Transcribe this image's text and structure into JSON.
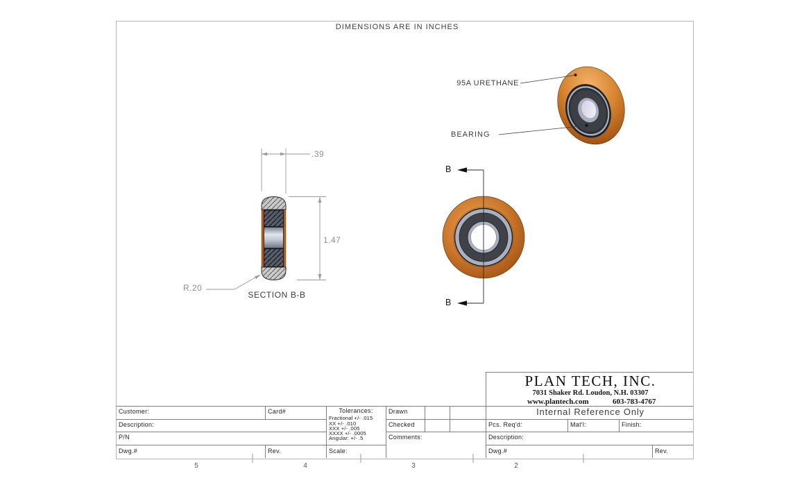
{
  "drawing": {
    "note": "DIMENSIONS ARE IN INCHES",
    "labels": {
      "urethane": "95A URETHANE",
      "bearing": "BEARING",
      "section_title": "SECTION B-B",
      "section_marker": "B"
    },
    "dimensions": {
      "thickness": ".39",
      "outer_diameter": "1.47",
      "radius": "R.20"
    },
    "zones": [
      "5",
      "4",
      "3",
      "2"
    ],
    "colors": {
      "urethane_orange": "#cd7a2c",
      "bearing_dark": "#3c3f45",
      "race_gray": "#a9b0c0",
      "bore_white": "#fdfdff",
      "dimension_gray": "#8e8e8e"
    }
  },
  "title_block": {
    "company": "PLAN TECH, INC.",
    "address": "7031 Shaker Rd. Loudon, N.H. 03307",
    "website": "www.plantech.com",
    "phone": "603-783-4767",
    "reference_note": "Internal Reference Only"
  },
  "form": {
    "customer": "Customer:",
    "card": "Card#",
    "description": "Description:",
    "part_number": "P/N",
    "dwg_number": "Dwg.#",
    "rev": "Rev.",
    "scale": "Scale:",
    "tolerances_title": "Tolerances:",
    "tolerances": [
      "Fractional +/- .015",
      "XX +/- .010",
      "XXX +/- .005",
      "XXXX +/- .0005",
      "Angular: +/- .5"
    ],
    "drawn": "Drawn",
    "checked": "Checked",
    "comments": "Comments:",
    "pcs_reqd": "Pcs. Req'd:",
    "material": "Mat'l:",
    "finish": "Finish:",
    "description_right": "Description:",
    "dwg_number_right": "Dwg.#",
    "rev_right": "Rev."
  }
}
